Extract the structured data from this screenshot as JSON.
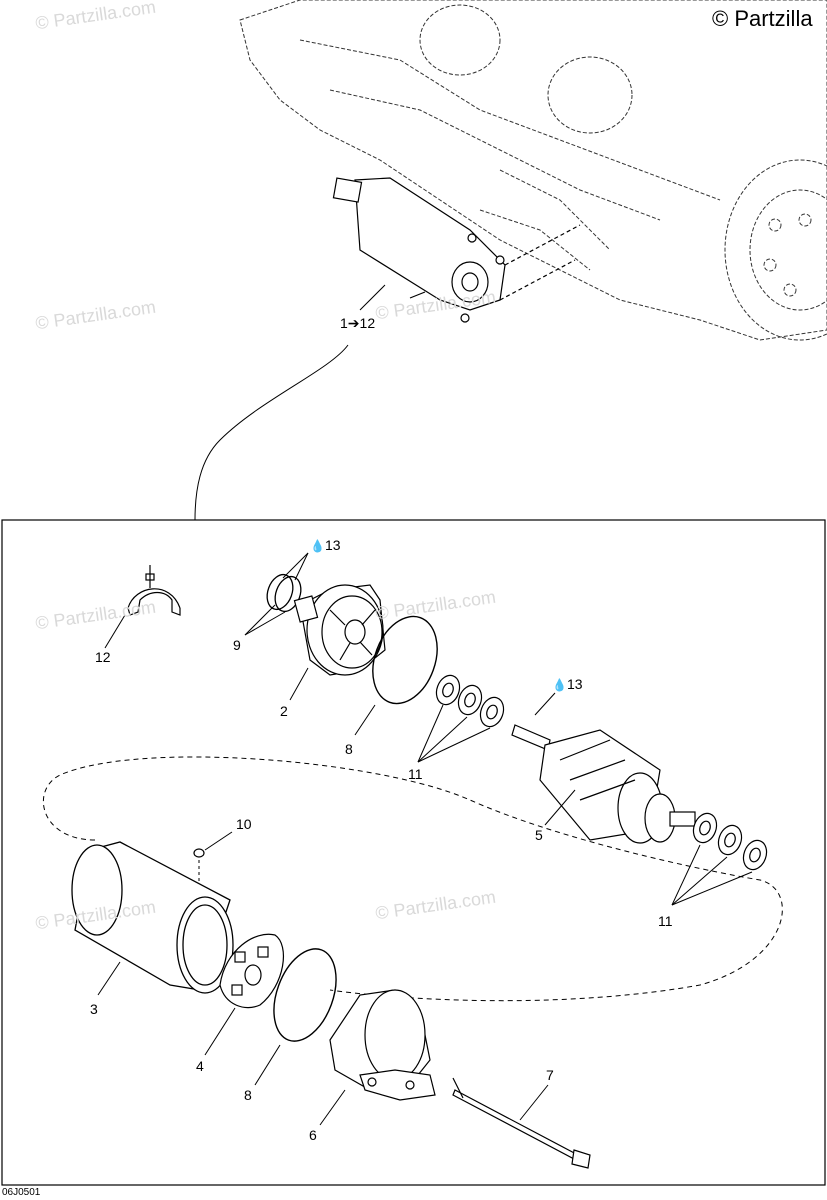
{
  "brand_mark": "© Partzilla",
  "watermark": "© Partzilla.com",
  "diagram_code": "06J0501",
  "assembly_callout": {
    "from": "1",
    "arrow": "➔",
    "to": "12"
  },
  "callouts": {
    "c2": "2",
    "c3": "3",
    "c4": "4",
    "c5": "5",
    "c6": "6",
    "c7": "7",
    "c8a": "8",
    "c8b": "8",
    "c9": "9",
    "c10": "10",
    "c11a": "11",
    "c11b": "11",
    "c12": "12",
    "c13a": "13",
    "c13b": "13"
  },
  "icons": {
    "lubricant": "oil-drop-icon",
    "arrow": "arrow-right-icon"
  }
}
